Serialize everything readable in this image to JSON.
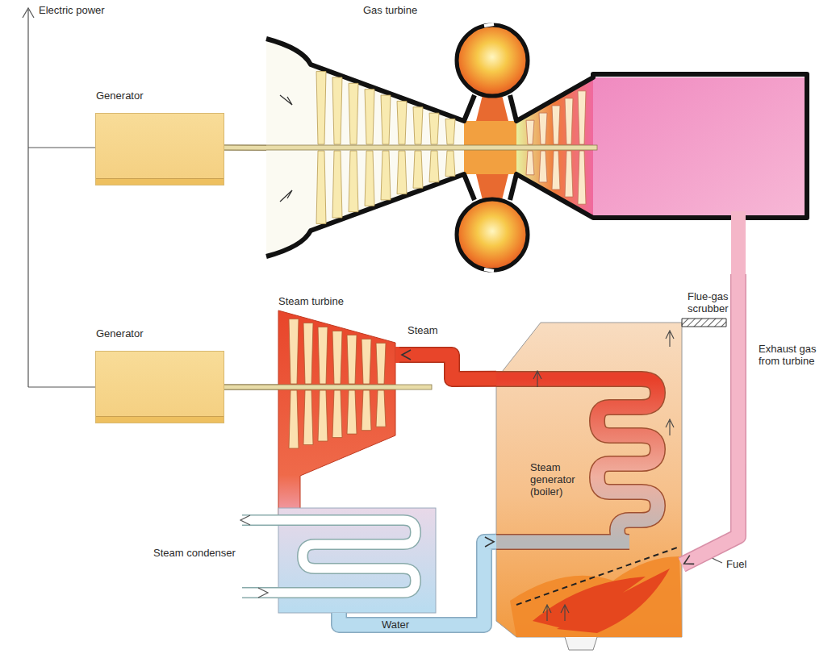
{
  "diagram": {
    "nodes": [
      {
        "text": [
          "Generator"
        ]
      },
      {
        "text": [
          "Gas turbine"
        ]
      },
      {
        "text": [
          "Generator"
        ]
      },
      {
        "text": [
          "Steam turbine"
        ]
      },
      {
        "text": [
          "Steam generator (boiler)"
        ]
      },
      {
        "text": [
          "Steam condenser"
        ]
      }
    ],
    "edges": [
      {
        "from": 0,
        "to": 1,
        "arrow": "none"
      },
      {
        "from": 1,
        "to": 4,
        "arrow": "to",
        "label": "Exhaust gas from turbine"
      },
      {
        "from": 2,
        "to": 3,
        "arrow": "none"
      },
      {
        "from": 4,
        "to": 3,
        "arrow": "to",
        "label": "Steam"
      },
      {
        "from": 5,
        "to": 4,
        "arrow": "to",
        "label": "Water"
      }
    ],
    "labels": [
      "Electric power",
      "Flue-gas scrubber",
      "Fuel"
    ]
  }
}
